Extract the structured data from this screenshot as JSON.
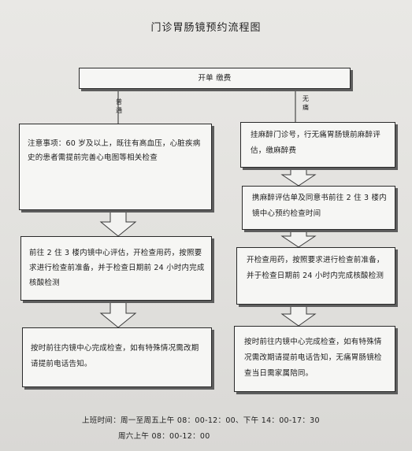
{
  "title": "门诊胃肠镜预约流程图",
  "nodes": {
    "start": "开单 缴费",
    "normal_1": "注意事项：60 岁及以上，既往有高血压，心脏疾病史的患者需提前完善心电图等相关检查",
    "normal_2": "前往 2 住 3 楼内镜中心评估，开检查用药，按照要求进行检查前准备，并于检查日期前 24 小时内完成核酸检测",
    "normal_3": "按时前往内镜中心完成检查，如有特殊情况需改期请提前电话告知。",
    "painless_1": "挂麻醉门诊号，行无痛胃肠镜前麻醉评估，缴麻醉费",
    "painless_2": "携麻醉评估单及同意书前往 2 住 3 楼内镜中心预约检查时间",
    "painless_3": "开检查用药，按照要求进行检查前准备，并于检查日期前 24 小时内完成核酸检测",
    "painless_4": "按时前往内镜中心完成检查，如有特殊情况需改期请提前电话告知，无痛胃肠镜检查当日需家属陪同。"
  },
  "branch_labels": {
    "normal": "普通",
    "painless": "无痛"
  },
  "hours": {
    "weekday": "上班时间：周一至周五上午 08：00-12：00、下午 14：00-17：30",
    "saturday": "周六上午 08：00-12：00"
  }
}
